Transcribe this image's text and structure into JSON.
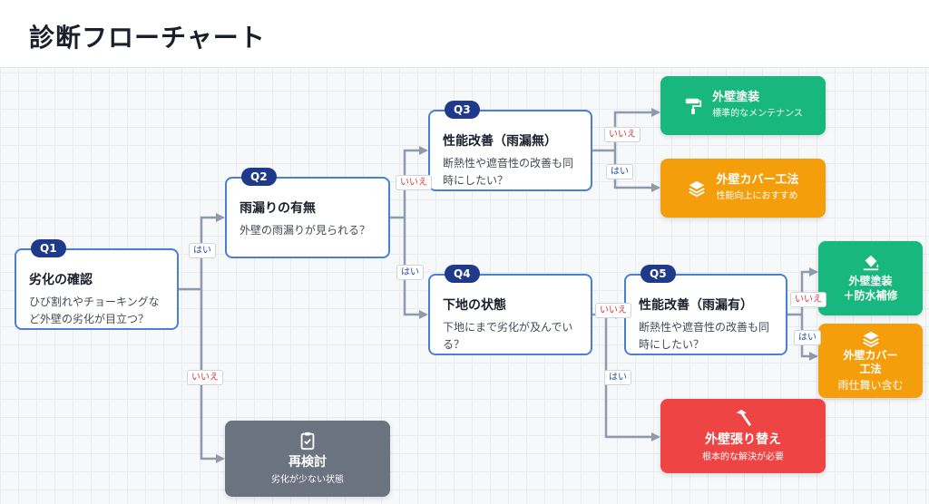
{
  "title": "診断フローチャート",
  "labels": {
    "yes": "はい",
    "no": "いいえ"
  },
  "colors": {
    "question_border": "#4a7fd6",
    "badge": "#1f3a8a",
    "green": "#17b77d",
    "orange": "#f59e0b",
    "red": "#ef4444",
    "gray": "#6b7280",
    "arrow": "#8f9aab"
  },
  "questions": {
    "q1": {
      "num": "Q1",
      "title": "劣化の確認",
      "desc": "ひび割れやチョーキングなど外壁の劣化が目立つ？"
    },
    "q2": {
      "num": "Q2",
      "title": "雨漏りの有無",
      "desc": "外壁の雨漏りが見られる？"
    },
    "q3": {
      "num": "Q3",
      "title": "性能改善（雨漏無）",
      "desc": "断熱性や遮音性の改善も同時にしたい？"
    },
    "q4": {
      "num": "Q4",
      "title": "下地の状態",
      "desc": "下地にまで劣化が及んでいる？"
    },
    "q5": {
      "num": "Q5",
      "title": "性能改善（雨漏有）",
      "desc": "断熱性や遮音性の改善も同時にしたい？"
    }
  },
  "results": {
    "paint": {
      "icon": "paint-roller-icon",
      "title": "外壁塗装",
      "sub": "標準的なメンテナンス"
    },
    "cover1": {
      "icon": "layers-icon",
      "title": "外壁カバー工法",
      "sub": "性能向上におすすめ"
    },
    "paint_waterproof": {
      "icon": "paint-bucket-icon",
      "title": "外壁塗装\n＋防水補修"
    },
    "cover2": {
      "icon": "layers-icon",
      "title": "外壁カバー\n工法",
      "sub": "雨仕舞い含む"
    },
    "replace": {
      "icon": "hammer-icon",
      "title": "外壁張り替え",
      "sub": "根本的な解決が必要"
    },
    "review": {
      "icon": "clipboard-check-icon",
      "title": "再検討",
      "sub": "劣化が少ない状態"
    }
  }
}
